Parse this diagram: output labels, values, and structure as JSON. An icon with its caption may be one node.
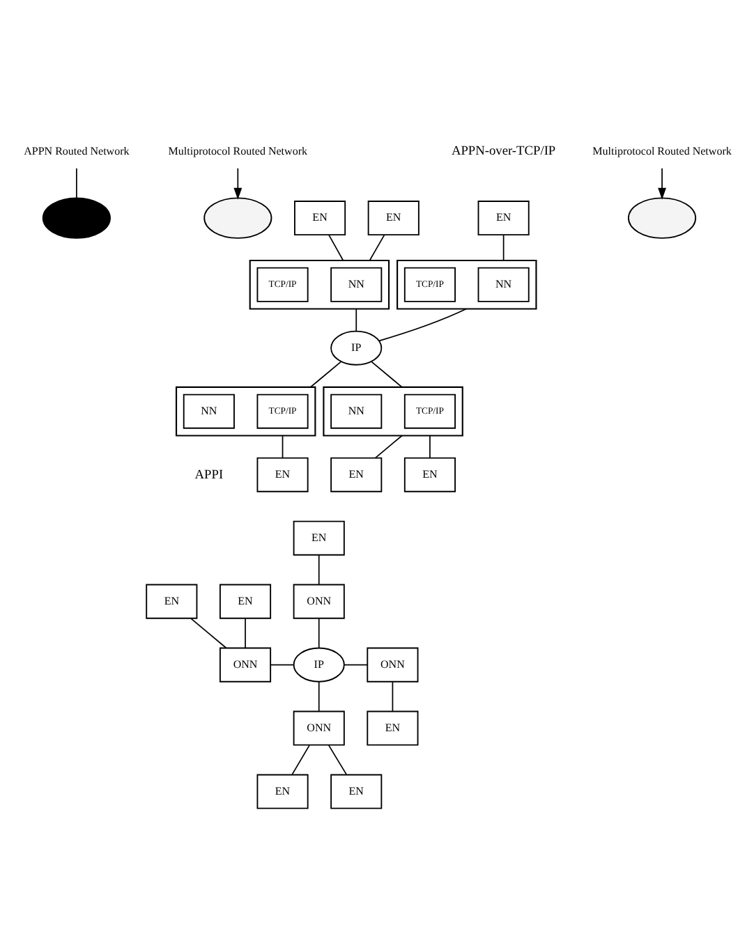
{
  "diagram": {
    "nodes": [
      {
        "text": [],
        "shape": "ellipse"
      },
      {
        "text": [],
        "shape": "ellipse"
      },
      {
        "text": [
          "Multiprotocol Routed Network"
        ]
      },
      {
        "text": [
          "APPN Routed Network"
        ]
      },
      {
        "text": [
          "EN"
        ]
      },
      {
        "text": [],
        "shape": "box"
      },
      {
        "text": [
          "NN"
        ],
        "in": 5
      },
      {
        "text": [
          "TCP/IP"
        ],
        "in": 5
      },
      {
        "text": [
          "EN"
        ]
      },
      {
        "text": [
          "EN"
        ]
      },
      {
        "text": [],
        "shape": "box"
      },
      {
        "text": [
          "NN"
        ],
        "in": 10
      },
      {
        "text": [
          "TCP/IP"
        ],
        "in": 10
      },
      {
        "text": [
          "IP"
        ]
      },
      {
        "text": [],
        "shape": "box"
      },
      {
        "text": [
          "TCP/IP"
        ],
        "in": 14
      },
      {
        "text": [
          "NN"
        ],
        "in": 14
      },
      {
        "text": [
          "EN"
        ]
      },
      {
        "text": [],
        "shape": "box"
      },
      {
        "text": [
          "TCP/IP"
        ],
        "in": 18
      },
      {
        "text": [
          "NN"
        ],
        "in": 18
      },
      {
        "text": [
          "EN"
        ]
      },
      {
        "text": [
          "EN"
        ]
      },
      {
        "text": [],
        "shape": "ellipse"
      },
      {
        "text": [
          "Multiprotocol Routed Network"
        ]
      },
      {
        "text": [
          "EN"
        ]
      },
      {
        "text": [
          "ONN"
        ]
      },
      {
        "text": [
          "EN"
        ]
      },
      {
        "text": [
          "EN"
        ]
      },
      {
        "text": [
          "ONN"
        ]
      },
      {
        "text": [
          "IP"
        ]
      },
      {
        "text": [
          "ONN"
        ]
      },
      {
        "text": [
          "EN"
        ]
      },
      {
        "text": [
          "ONN"
        ]
      },
      {
        "text": [
          "EN"
        ]
      },
      {
        "text": [
          "EN"
        ]
      }
    ],
    "edges": [
      {
        "from": 2,
        "to": 1,
        "arrow": "to"
      },
      {
        "from": 3,
        "to": 0,
        "arrow": "none"
      },
      {
        "from": 4,
        "to": 5,
        "arrow": "none"
      },
      {
        "from": 5,
        "to": 13,
        "arrow": "none"
      },
      {
        "from": 8,
        "to": 10,
        "arrow": "none"
      },
      {
        "from": 9,
        "to": 10,
        "arrow": "none"
      },
      {
        "from": 10,
        "to": 13,
        "arrow": "none"
      },
      {
        "from": 13,
        "to": 14,
        "arrow": "none"
      },
      {
        "from": 14,
        "to": 17,
        "arrow": "none"
      },
      {
        "from": 13,
        "to": 18,
        "arrow": "none"
      },
      {
        "from": 18,
        "to": 21,
        "arrow": "none"
      },
      {
        "from": 18,
        "to": 22,
        "arrow": "none"
      },
      {
        "from": 24,
        "to": 23,
        "arrow": "to"
      },
      {
        "from": 25,
        "to": 26,
        "arrow": "none"
      },
      {
        "from": 26,
        "to": 30,
        "arrow": "none"
      },
      {
        "from": 27,
        "to": 29,
        "arrow": "none"
      },
      {
        "from": 28,
        "to": 29,
        "arrow": "none"
      },
      {
        "from": 29,
        "to": 30,
        "arrow": "none"
      },
      {
        "from": 30,
        "to": 31,
        "arrow": "none"
      },
      {
        "from": 31,
        "to": 32,
        "arrow": "none"
      },
      {
        "from": 30,
        "to": 33,
        "arrow": "none"
      },
      {
        "from": 33,
        "to": 34,
        "arrow": "none"
      },
      {
        "from": 33,
        "to": 35,
        "arrow": "none"
      }
    ],
    "labels": [
      "APPN-over-TCP/IP",
      "APPI"
    ]
  }
}
